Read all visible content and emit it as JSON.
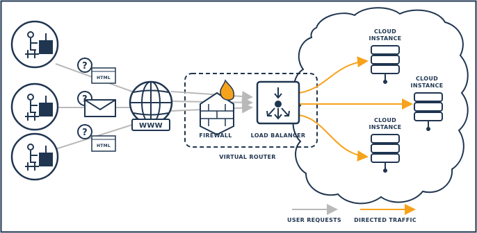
{
  "labels": {
    "www": "WWW",
    "html": "HTML",
    "firewall": "FIREWALL",
    "load_balancer": "LOAD BALANCER",
    "virtual_router": "VIRTUAL ROUTER",
    "cloud_instance_line1": "CLOUD",
    "cloud_instance_line2": "INSTANCE",
    "question_mark": "?"
  },
  "legend": {
    "user_requests": "USER REQUESTS",
    "directed_traffic": "DIRECTED TRAFFIC"
  },
  "colors": {
    "ink": "#1f3550",
    "request_line": "#b9b9b9",
    "traffic_line": "#f7a21b",
    "frame": "#1f3550"
  },
  "icons": [
    "user-at-computer-icon",
    "question-icon",
    "html-page-icon",
    "envelope-icon",
    "globe-icon",
    "firewall-icon",
    "load-balancer-icon",
    "server-stack-icon",
    "cloud-outline"
  ]
}
